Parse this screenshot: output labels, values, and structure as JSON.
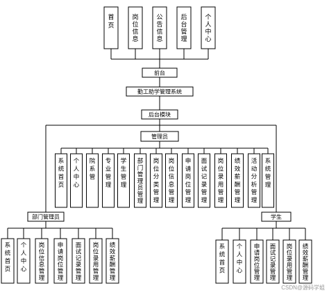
{
  "top_pages": [
    "首页",
    "岗位信息",
    "公告信息",
    "后台管理",
    "个人中心"
  ],
  "front_label": "前台",
  "system_label": "勤工助学管理系统",
  "backend_label": "后台模块",
  "admin_label": "管理员",
  "admin_items": [
    "系统首页",
    "个人中心",
    "院系管",
    "专业管理",
    "学生管理",
    "部门管理员管理",
    "岗位分类管理",
    "岗位信息管理",
    "申请岗位管理",
    "面试记录管理",
    "岗位录用管理",
    "绩效薪酬管理",
    "活动分析管理",
    "系统管理"
  ],
  "dept_admin_label": "部门管理员",
  "dept_admin_items": [
    "系统首页",
    "个人中心",
    "岗位信息管理",
    "申请岗位管理",
    "面试记录管理",
    "岗位录用管理",
    "绩效薪酬管理"
  ],
  "student_label": "学生",
  "student_items": [
    "系统首页",
    "个人中心",
    "申请岗位管理",
    "面试记录管理",
    "岗位录用管理",
    "绩效薪酬管理"
  ],
  "watermark": "CSDN@源码学姐"
}
